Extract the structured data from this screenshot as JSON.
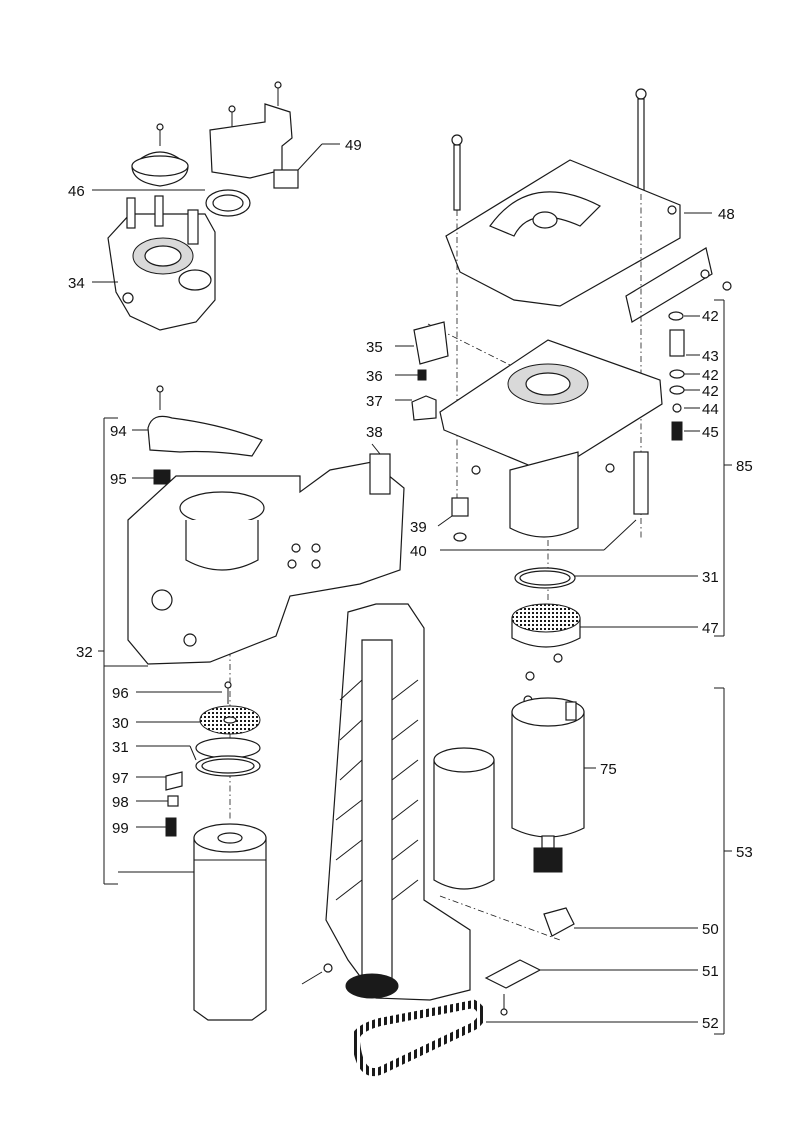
{
  "diagram": {
    "type": "exploded-parts-view",
    "callouts": {
      "c49": "49",
      "c46": "46",
      "c34": "34",
      "c48": "48",
      "c35": "35",
      "c36": "36",
      "c37": "37",
      "c38": "38",
      "c94": "94",
      "c95": "95",
      "c32": "32",
      "c42a": "42",
      "c43": "43",
      "c42b": "42",
      "c42c": "42",
      "c44": "44",
      "c45": "45",
      "c85": "85",
      "c39": "39",
      "c40": "40",
      "c31a": "31",
      "c47": "47",
      "c96": "96",
      "c30": "30",
      "c31b": "31",
      "c97": "97",
      "c98": "98",
      "c99": "99",
      "c75": "75",
      "c53": "53",
      "c50": "50",
      "c51": "51",
      "c52": "52"
    }
  }
}
